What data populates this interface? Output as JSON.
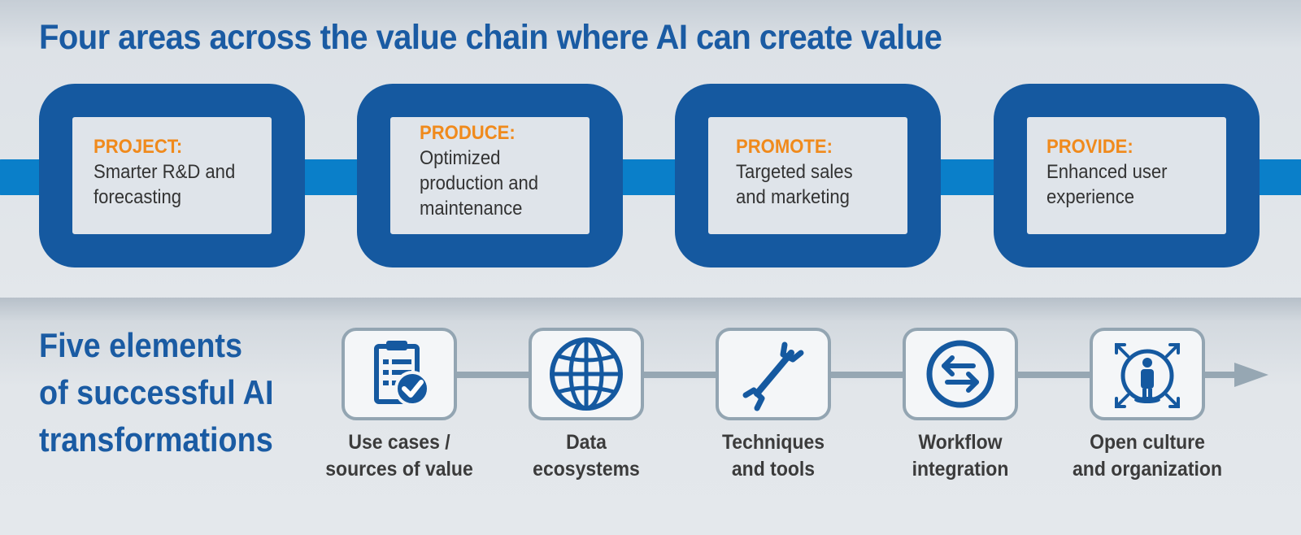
{
  "title": "Four areas across the value chain where AI can create value",
  "areas": [
    {
      "head": "PROJECT:",
      "body": "Smarter R&D and\nforecasting"
    },
    {
      "head": "PRODUCE:",
      "body": "Optimized\nproduction and\nmaintenance"
    },
    {
      "head": "PROMOTE:",
      "body": "Targeted sales\nand marketing"
    },
    {
      "head": "PROVIDE:",
      "body": "Enhanced user\nexperience"
    }
  ],
  "subtitle": "Five elements\nof successful AI\ntransformations",
  "elements": [
    {
      "label": "Use cases /\nsources of value",
      "icon": "clipboard-check-icon"
    },
    {
      "label": "Data\necosystems",
      "icon": "globe-icon"
    },
    {
      "label": "Techniques\nand tools",
      "icon": "wrench-icon"
    },
    {
      "label": "Workflow\nintegration",
      "icon": "exchange-arrows-icon"
    },
    {
      "label": "Open culture\nand organization",
      "icon": "person-expand-icon"
    }
  ],
  "colors": {
    "title_blue": "#1a5ba3",
    "link_blue": "#1559a0",
    "chain_cyan": "#0a7fc9",
    "head_orange": "#f08a1c",
    "timeline_gray": "#96a7b3"
  }
}
